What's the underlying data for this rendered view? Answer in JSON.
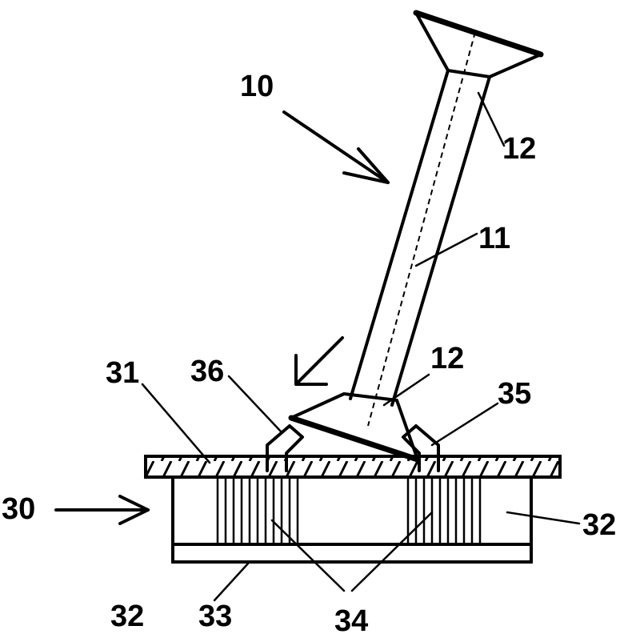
{
  "labels": {
    "l10": "10",
    "l12_top": "12",
    "l11": "11",
    "l12_bottom": "12",
    "l31": "31",
    "l36": "36",
    "l35": "35",
    "l30": "30",
    "l32_right": "32",
    "l32_bottom": "32",
    "l33": "33",
    "l34": "34"
  }
}
